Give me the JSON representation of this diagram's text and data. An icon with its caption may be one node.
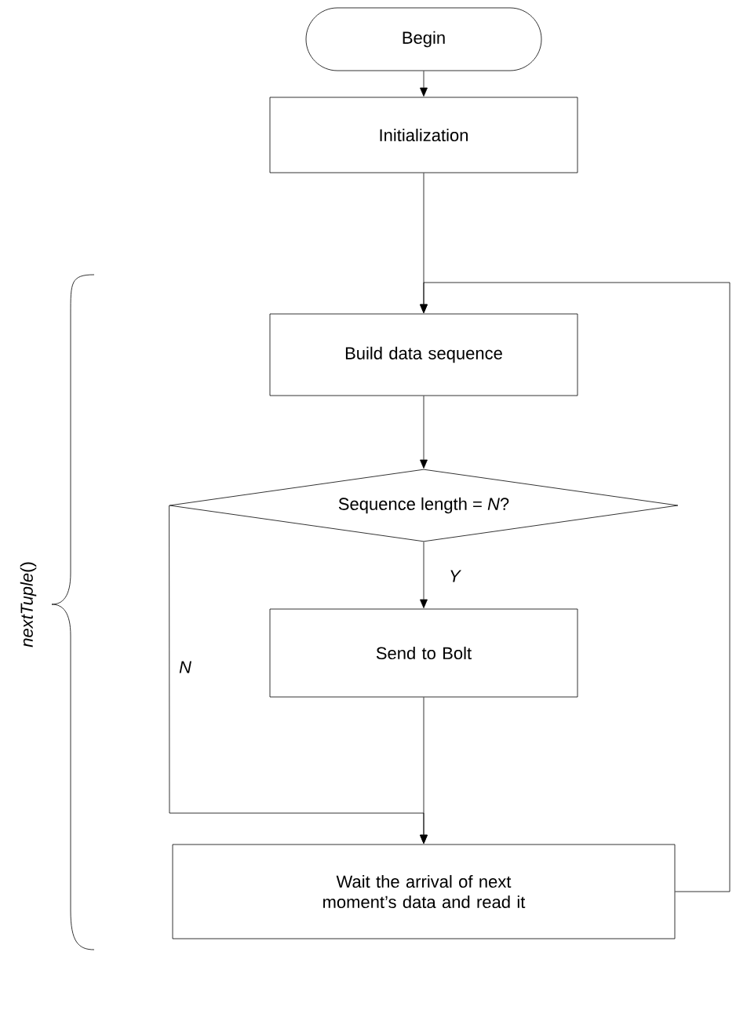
{
  "diagram": {
    "nodes": [
      {
        "text": [
          "Begin"
        ]
      },
      {
        "text": [
          "Initialization"
        ]
      },
      {
        "text": [
          "Build data sequence"
        ]
      },
      {
        "text": [
          "Sequence length = *N*?"
        ]
      },
      {
        "text": [
          "Send to Bolt"
        ]
      },
      {
        "text": [
          "Wait the arrival of next moment’s data and read it"
        ]
      }
    ],
    "edges": [
      {
        "from": 0,
        "to": 1,
        "arrow": "to"
      },
      {
        "from": 1,
        "to": 2,
        "arrow": "to"
      },
      {
        "from": 2,
        "to": 3,
        "arrow": "to"
      },
      {
        "from": 3,
        "to": 4,
        "arrow": "to",
        "label": "*Y*"
      },
      {
        "from": 3,
        "to": 5,
        "arrow": "to",
        "label": "*N*"
      },
      {
        "from": 4,
        "to": 5,
        "arrow": "to"
      },
      {
        "from": 5,
        "to": 2,
        "arrow": "to"
      }
    ],
    "labels": [
      "*nextTuple*()"
    ]
  }
}
